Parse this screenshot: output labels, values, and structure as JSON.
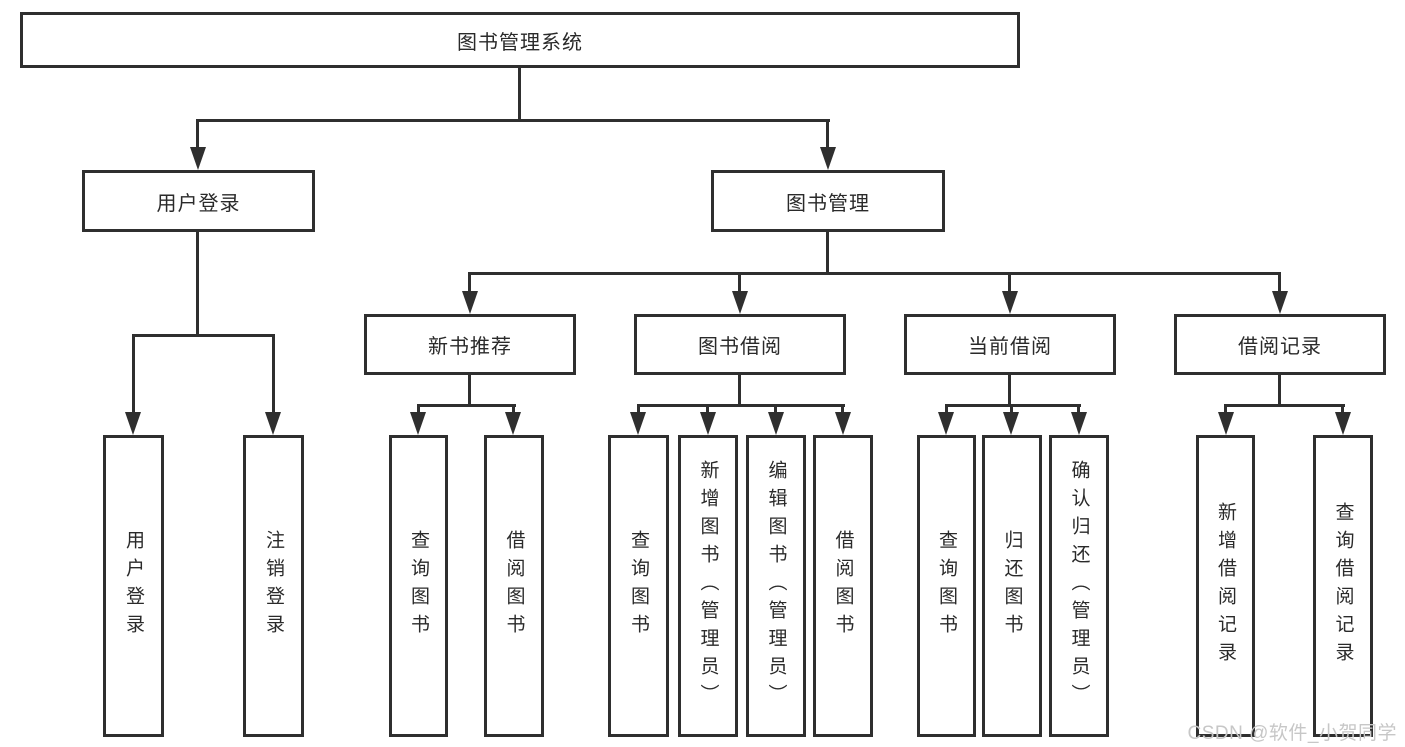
{
  "root": {
    "label": "图书管理系统"
  },
  "branches": [
    {
      "label": "用户登录",
      "leaves": [
        {
          "label": "用户登录"
        },
        {
          "label": "注销登录"
        }
      ]
    },
    {
      "label": "图书管理",
      "sections": [
        {
          "label": "新书推荐",
          "leaves": [
            {
              "label": "查询图书"
            },
            {
              "label": "借阅图书"
            }
          ]
        },
        {
          "label": "图书借阅",
          "leaves": [
            {
              "label": "查询图书"
            },
            {
              "label": "新增图书（管理员）"
            },
            {
              "label": "编辑图书（管理员）"
            },
            {
              "label": "借阅图书"
            }
          ]
        },
        {
          "label": "当前借阅",
          "leaves": [
            {
              "label": "查询图书"
            },
            {
              "label": "归还图书"
            },
            {
              "label": "确认归还（管理员）"
            }
          ]
        },
        {
          "label": "借阅记录",
          "leaves": [
            {
              "label": "新增借阅记录"
            },
            {
              "label": "查询借阅记录"
            }
          ]
        }
      ]
    }
  ],
  "watermark": {
    "text": "CSDN @软件_小贺同学"
  },
  "colors": {
    "line": "#2f2f2f",
    "box_bg": "#ffffff",
    "text": "#2a2a2a",
    "watermark": "#c7c7c7"
  }
}
